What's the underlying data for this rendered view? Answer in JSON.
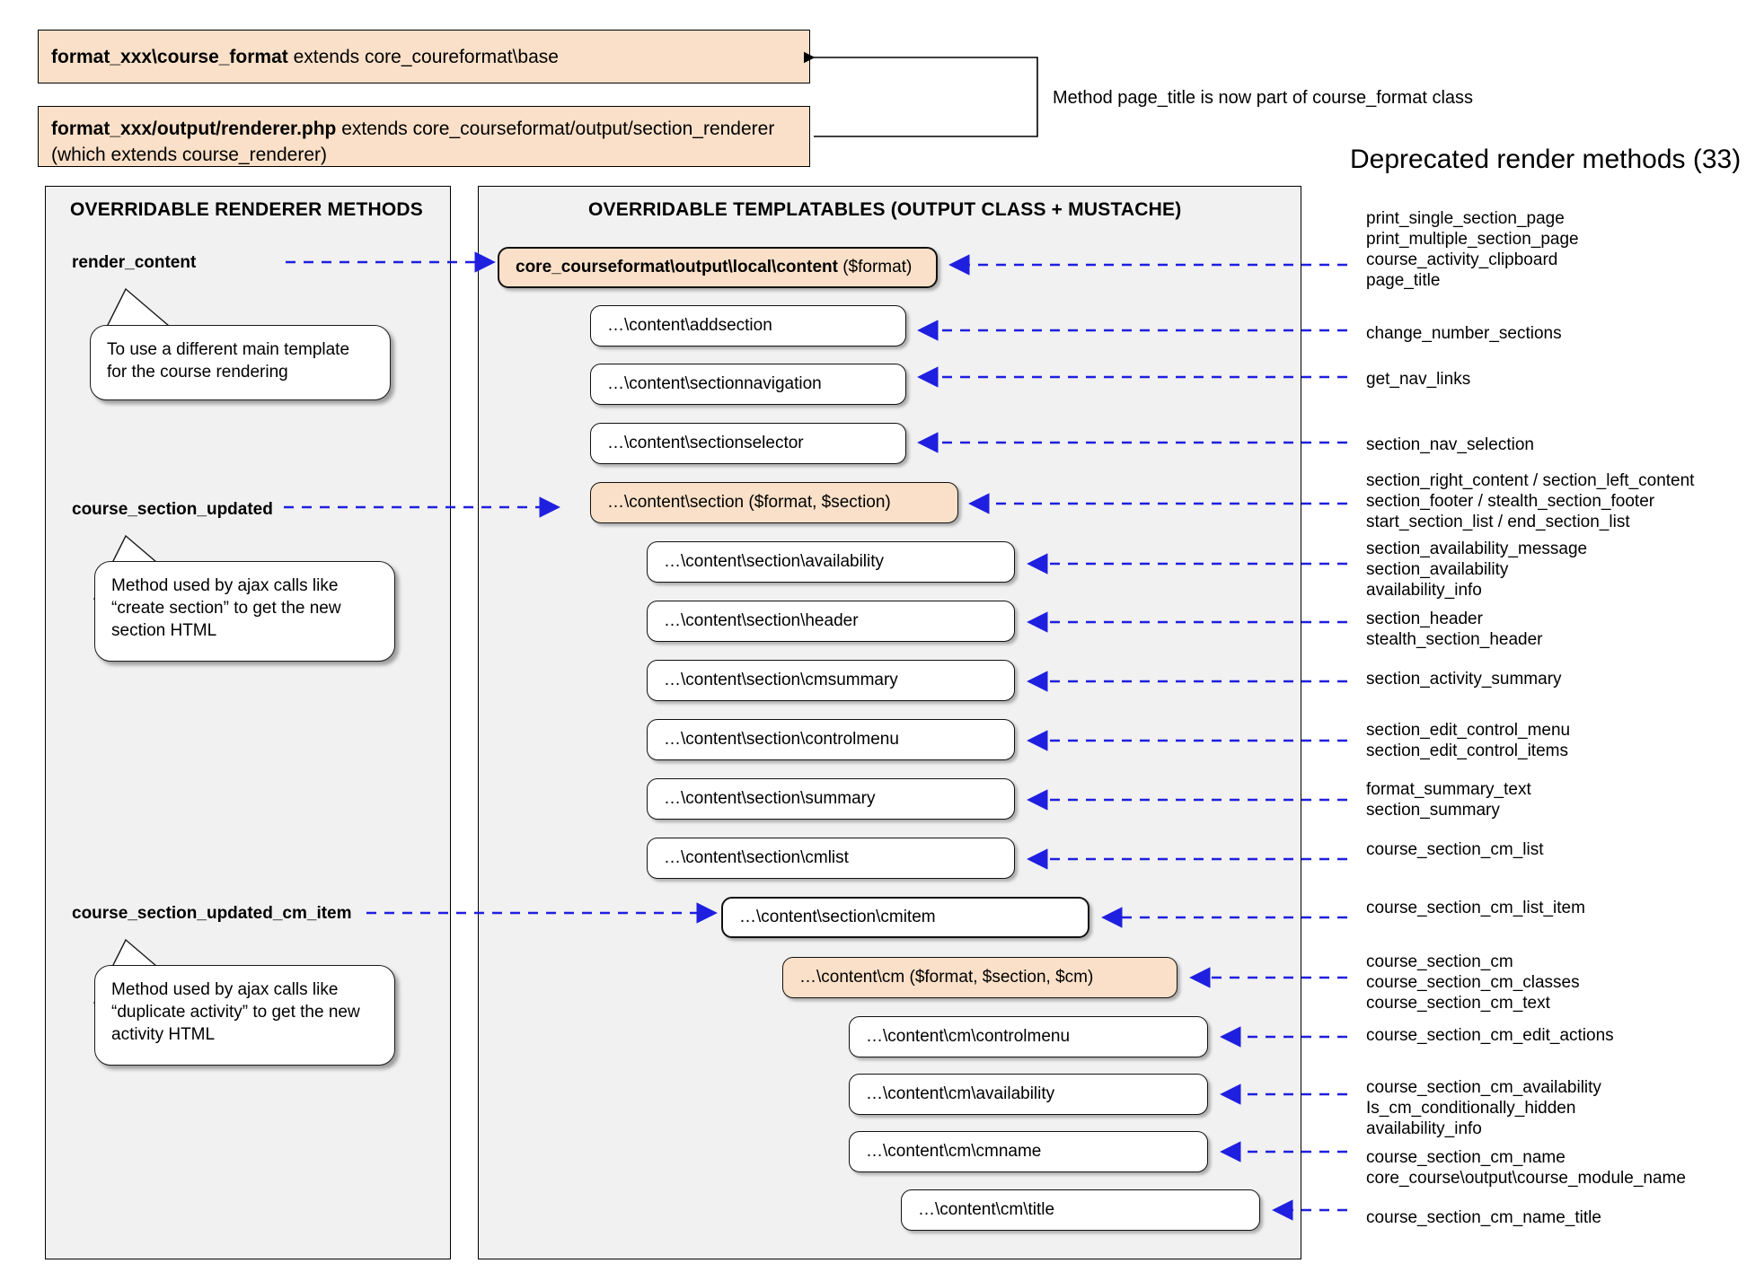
{
  "header": {
    "box1": {
      "bold": "format_xxx\\course_format",
      "rest": " extends core_coureformat\\base"
    },
    "box2": {
      "bold": "format_xxx/output/renderer.php",
      "rest": " extends core_courseformat/output/section_renderer (which extends course_renderer)"
    },
    "bracket_note": "Method page_title is now part of course_format class"
  },
  "right_title": "Deprecated render methods (33)",
  "left_panel": {
    "title": "OVERRIDABLE RENDERER METHODS",
    "methods": [
      {
        "name": "render_content",
        "callout": "To use a different main template for the course rendering"
      },
      {
        "name": "course_section_updated",
        "callout": "Method used by ajax calls like “create section” to get the new section HTML"
      },
      {
        "name": "course_section_updated_cm_item",
        "callout": "Method used by ajax calls like “duplicate activity” to get the new activity HTML"
      }
    ]
  },
  "center_panel": {
    "title": "OVERRIDABLE TEMPLATABLES (OUTPUT CLASS + MUSTACHE)",
    "boxes": [
      {
        "bold": "core_courseformat\\output\\local\\content",
        "rest": " ($format)",
        "accent": true
      },
      {
        "bold": "",
        "rest": "…\\content\\addsection",
        "accent": false
      },
      {
        "bold": "",
        "rest": "…\\content\\sectionnavigation",
        "accent": false
      },
      {
        "bold": "",
        "rest": "…\\content\\sectionselector",
        "accent": false
      },
      {
        "bold": "",
        "rest": "…\\content\\section ($format, $section)",
        "accent": true
      },
      {
        "bold": "",
        "rest": "…\\content\\section\\availability",
        "accent": false
      },
      {
        "bold": "",
        "rest": "…\\content\\section\\header",
        "accent": false
      },
      {
        "bold": "",
        "rest": "…\\content\\section\\cmsummary",
        "accent": false
      },
      {
        "bold": "",
        "rest": "…\\content\\section\\controlmenu",
        "accent": false
      },
      {
        "bold": "",
        "rest": "…\\content\\section\\summary",
        "accent": false
      },
      {
        "bold": "",
        "rest": "…\\content\\section\\cmlist",
        "accent": false
      },
      {
        "bold": "",
        "rest": "…\\content\\section\\cmitem",
        "accent": false
      },
      {
        "bold": "",
        "rest": "…\\content\\cm ($format, $section, $cm)",
        "accent": true
      },
      {
        "bold": "",
        "rest": "…\\content\\cm\\controlmenu",
        "accent": false
      },
      {
        "bold": "",
        "rest": "…\\content\\cm\\availability",
        "accent": false
      },
      {
        "bold": "",
        "rest": "…\\content\\cm\\cmname",
        "accent": false
      },
      {
        "bold": "",
        "rest": "…\\content\\cm\\title",
        "accent": false
      }
    ]
  },
  "deprecated_groups": [
    {
      "lines": [
        "print_single_section_page",
        "print_multiple_section_page",
        "course_activity_clipboard",
        "page_title"
      ]
    },
    {
      "lines": [
        "change_number_sections"
      ]
    },
    {
      "lines": [
        "get_nav_links"
      ]
    },
    {
      "lines": [
        "section_nav_selection"
      ]
    },
    {
      "lines": [
        "section_right_content / section_left_content",
        "section_footer / stealth_section_footer",
        "start_section_list / end_section_list"
      ]
    },
    {
      "lines": [
        "section_availability_message",
        "section_availability",
        "availability_info"
      ]
    },
    {
      "lines": [
        "section_header",
        "stealth_section_header"
      ]
    },
    {
      "lines": [
        "section_activity_summary"
      ]
    },
    {
      "lines": [
        "section_edit_control_menu",
        "section_edit_control_items"
      ]
    },
    {
      "lines": [
        "format_summary_text",
        "section_summary"
      ]
    },
    {
      "lines": [
        "course_section_cm_list"
      ]
    },
    {
      "lines": [
        "course_section_cm_list_item"
      ]
    },
    {
      "lines": [
        "course_section_cm",
        "course_section_cm_classes",
        "course_section_cm_text"
      ]
    },
    {
      "lines": [
        "course_section_cm_edit_actions"
      ]
    },
    {
      "lines": [
        "course_section_cm_availability",
        "Is_cm_conditionally_hidden",
        "availability_info"
      ]
    },
    {
      "lines": [
        "course_section_cm_name",
        "core_course\\output\\course_module_name"
      ]
    },
    {
      "lines": [
        "course_section_cm_name_title"
      ]
    }
  ],
  "colors": {
    "accent_fill": "#fae0c8",
    "panel_fill": "#f1f1f1",
    "arrow": "#1f1fe0"
  }
}
